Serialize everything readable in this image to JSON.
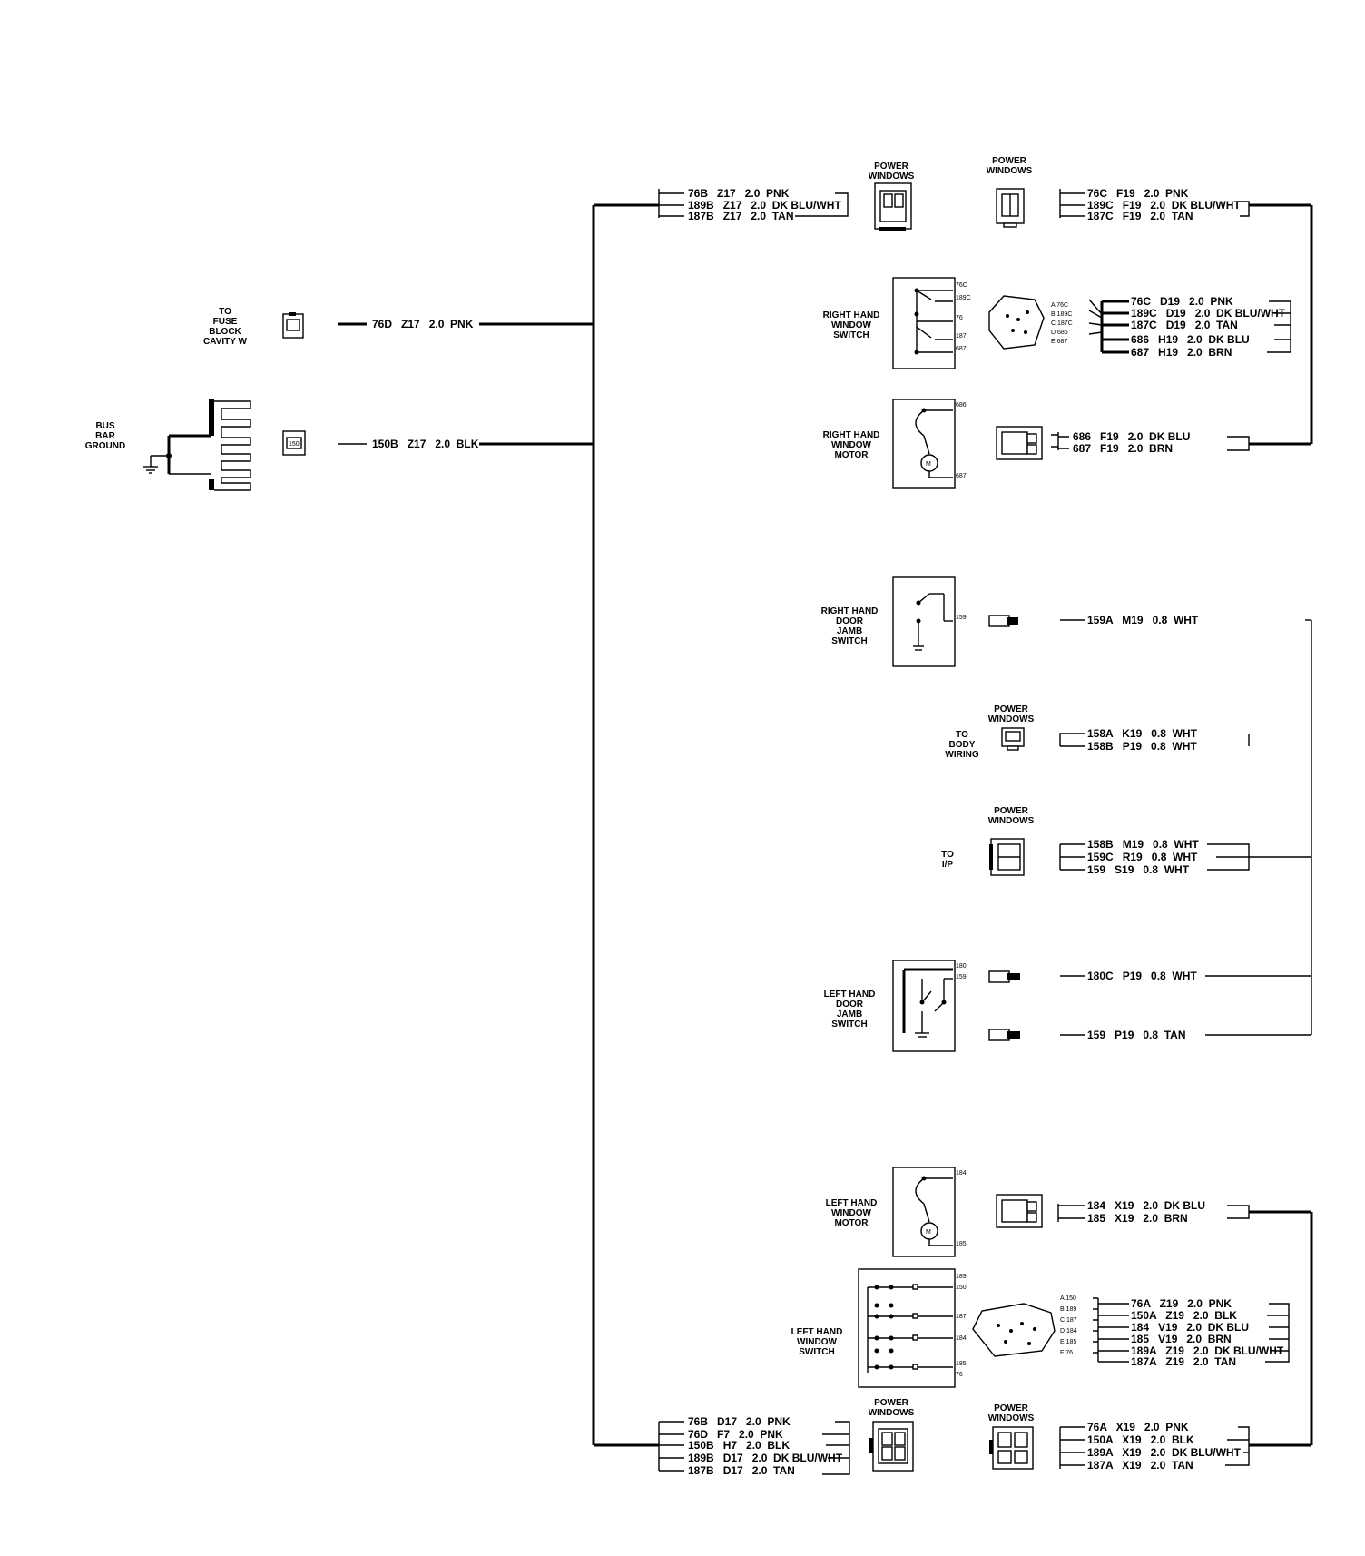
{
  "components": {
    "pw_conn_1": [
      "POWER",
      "WINDOWS"
    ],
    "pw_conn_2": [
      "POWER",
      "WINDOWS"
    ],
    "fuse_block": [
      "TO",
      "FUSE",
      "BLOCK",
      "CAVITY W"
    ],
    "bus_bar": [
      "BUS",
      "BAR",
      "GROUND"
    ],
    "rh_window_switch": [
      "RIGHT HAND",
      "WINDOW",
      "SWITCH"
    ],
    "rh_window_motor": [
      "RIGHT HAND",
      "WINDOW",
      "MOTOR"
    ],
    "rh_door_jamb": [
      "RIGHT HAND",
      "DOOR",
      "JAMB",
      "SWITCH"
    ],
    "pw_conn_3": [
      "POWER",
      "WINDOWS"
    ],
    "body_wiring": [
      "TO",
      "BODY",
      "WIRING"
    ],
    "pw_conn_4": [
      "POWER",
      "WINDOWS"
    ],
    "to_ip": [
      "TO",
      "I/P"
    ],
    "lh_door_jamb": [
      "LEFT HAND",
      "DOOR",
      "JAMB",
      "SWITCH"
    ],
    "lh_window_motor": [
      "LEFT HAND",
      "WINDOW",
      "MOTOR"
    ],
    "lh_window_switch": [
      "LEFT HAND",
      "WINDOW",
      "SWITCH"
    ],
    "pw_conn_5": [
      "POWER",
      "WINDOWS"
    ],
    "pw_conn_6": [
      "POWER",
      "WINDOWS"
    ]
  },
  "wires": {
    "fuse_feed": "76D   Z17   2.0  PNK",
    "ground_feed": "150B   Z17   2.0  BLK",
    "top_left": [
      "76B   Z17   2.0  PNK",
      "189B   Z17   2.0  DK BLU/WHT",
      "187B   Z17   2.0  TAN"
    ],
    "top_right": [
      "76C   F19   2.0  PNK",
      "189C   F19   2.0  DK BLU/WHT",
      "187C   F19   2.0  TAN"
    ],
    "rh_switch": [
      "76C   D19   2.0  PNK",
      "189C   D19   2.0  DK BLU/WHT",
      "187C   D19   2.0  TAN",
      "686   H19   2.0  DK BLU",
      "687   H19   2.0  BRN"
    ],
    "rh_motor": [
      "686   F19   2.0  DK BLU",
      "687   F19   2.0  BRN"
    ],
    "rh_jamb": "159A   M19   0.8  WHT",
    "body": [
      "158A   K19   0.8  WHT",
      "158B   P19   0.8  WHT"
    ],
    "ip": [
      "158B   M19   0.8  WHT",
      "159C   R19   0.8  WHT",
      "159   S19   0.8  WHT"
    ],
    "lh_jamb_1": "180C   P19   0.8  WHT",
    "lh_jamb_2": "159   P19   0.8  TAN",
    "lh_motor": [
      "184   X19   2.0  DK BLU",
      "185   X19   2.0  BRN"
    ],
    "lh_switch": [
      "76A   Z19   2.0  PNK",
      "150A   Z19   2.0  BLK",
      "184   V19   2.0  DK BLU",
      "185   V19   2.0  BRN",
      "189A   Z19   2.0  DK BLU/WHT",
      "187A   Z19   2.0  TAN"
    ],
    "bottom_left": [
      "76B   D17   2.0  PNK",
      "76D   F7   2.0  PNK",
      "150B   H7   2.0  BLK",
      "189B   D17   2.0  DK BLU/WHT",
      "187B   D17   2.0  TAN"
    ],
    "bottom_right": [
      "76A   X19   2.0  PNK",
      "150A   X19   2.0  BLK",
      "189A   X19   2.0  DK BLU/WHT",
      "187A   X19   2.0  TAN"
    ]
  },
  "pins": {
    "rh_switch_conn": [
      "A 76C",
      "B 189C",
      "C 187C",
      "D 686",
      "E 687"
    ],
    "lh_switch_conn": [
      "A 150",
      "B 189",
      "C 187",
      "D 184",
      "E 185",
      "F 76"
    ],
    "rh_switch_box": [
      "76C",
      "189C",
      "76",
      "187",
      "687"
    ],
    "rh_motor_box": [
      "686",
      "687"
    ],
    "rh_jamb_box": "159",
    "lh_jamb_box": [
      "180",
      "159"
    ],
    "lh_motor_box": [
      "184",
      "185"
    ],
    "lh_switch_box": [
      "189",
      "150",
      "187",
      "184",
      "185",
      "76"
    ]
  }
}
